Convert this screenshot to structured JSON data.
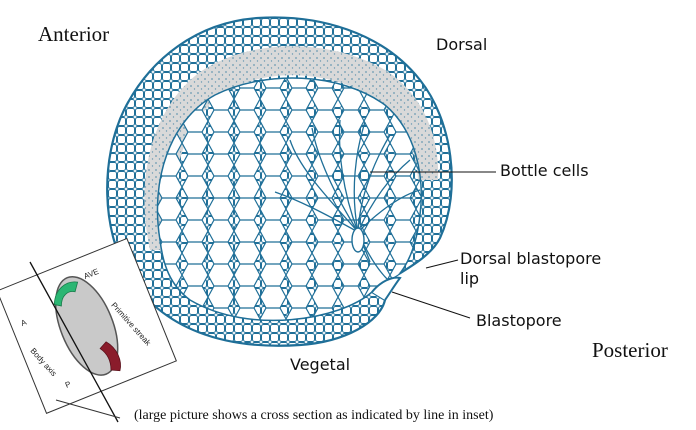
{
  "labels": {
    "anterior": "Anterior",
    "dorsal": "Dorsal",
    "bottle_cells": "Bottle cells",
    "dorsal_blastopore_lip": "Dorsal blastopore",
    "lip": "lip",
    "blastopore": "Blastopore",
    "posterior": "Posterior",
    "vegetal": "Vegetal"
  },
  "inset": {
    "ave": "AVE",
    "primitive_streak": "Primitive streak",
    "body_axis": "Body axis",
    "a": "A",
    "p": "P"
  },
  "caption": "(large picture shows a cross section as indicated by line in inset)",
  "colors": {
    "cell_stroke": "#1f6f98",
    "blastocoel": "#d9d9d9",
    "ave": "#2bb673",
    "streak": "#8a1c2b"
  }
}
